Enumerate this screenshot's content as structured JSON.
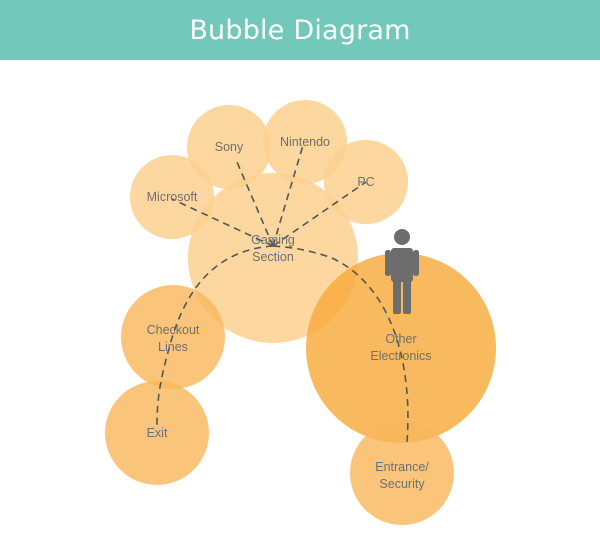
{
  "header": {
    "title": "Bubble Diagram"
  },
  "colors": {
    "header_bg": "#72c8bb",
    "bubble_light": "#fcd08e",
    "bubble_mid": "#f9b75a",
    "bubble_dark": "#f8a93a",
    "path_line": "#555555",
    "person": "#6d6d6d"
  },
  "bubbles": {
    "sony": "Sony",
    "nintendo": "Nintendo",
    "microsoft": "Microsoft",
    "pc": "PC",
    "gaming": [
      "Gaming",
      "Section"
    ],
    "checkout": [
      "Checkout",
      "Lines"
    ],
    "other": [
      "Other",
      "Electronics"
    ],
    "exit": "Exit",
    "entrance": [
      "Entrance/",
      "Security"
    ]
  },
  "icons": {
    "person": "person-icon"
  }
}
